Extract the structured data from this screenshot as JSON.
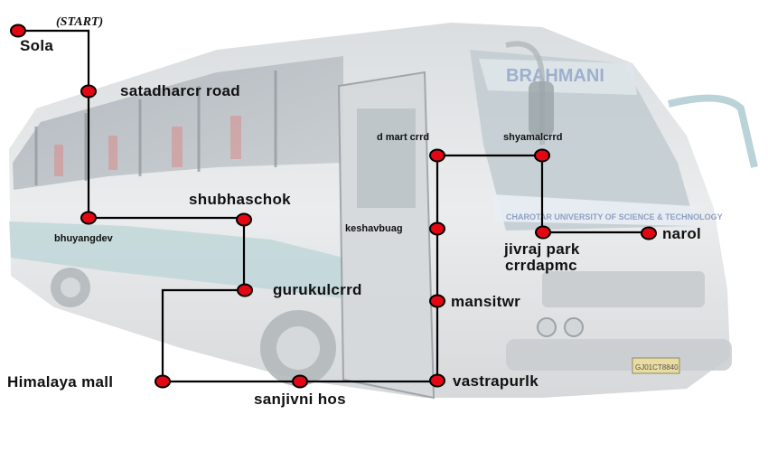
{
  "diagram": {
    "start_marker": "(START)",
    "stops": {
      "sola": "Sola",
      "satadhar": "satadharcr road",
      "bhuyangdev": "bhuyangdev",
      "shubhaschok": "shubhaschok",
      "gurukul": "gurukulcrrd",
      "himalaya": "Himalaya mall",
      "sanjivni": "sanjivni hos",
      "vastrapur": "vastrapurlk",
      "mansi": "mansitwr",
      "keshavbaug": "keshavbuag",
      "dmart": "d mart crrd",
      "shyamal": "shyamalcrrd",
      "jivraj": "jivraj park",
      "crrdapmc": "crrdapmc",
      "narol": "narol"
    },
    "background_text": {
      "bus_windshield_sign": "CHAROTAR UNIVERSITY OF SCIENCE & TECHNOLOGY",
      "bus_roof_sign": "BRAHMANI",
      "number_plate": "GJ01CT8840"
    },
    "colors": {
      "route_line": "#000000",
      "stop_fill": "#e30613",
      "stop_outline": "#000000"
    }
  }
}
